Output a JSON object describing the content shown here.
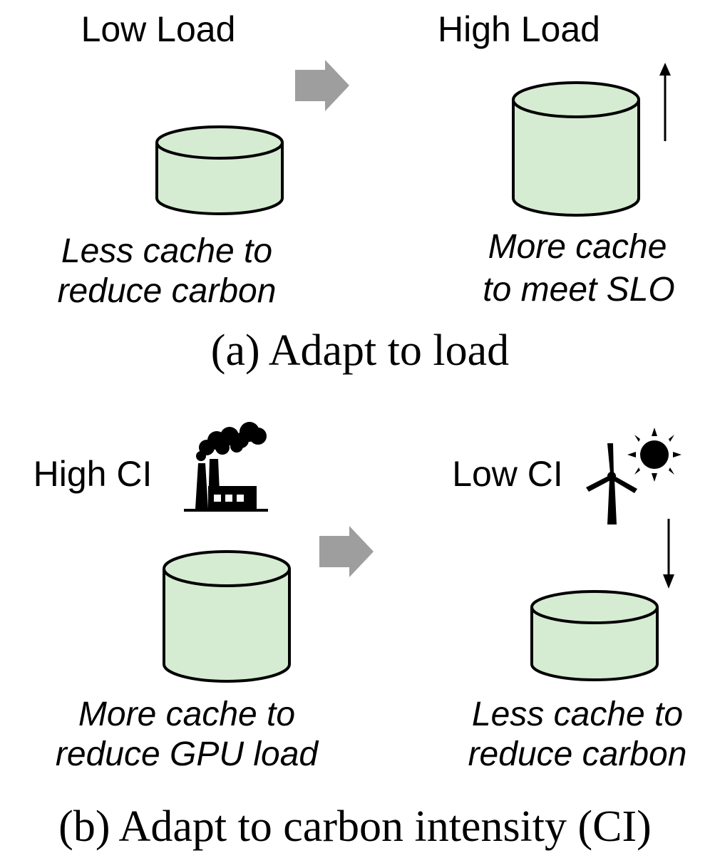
{
  "panel_a": {
    "left_title": "Low Load",
    "right_title": "High Load",
    "left_note": [
      "Less cache to",
      "reduce carbon"
    ],
    "right_note": [
      "More cache",
      "to meet SLO"
    ],
    "caption": "(a) Adapt to load"
  },
  "panel_b": {
    "left_title": "High CI",
    "right_title": "Low CI",
    "left_note": [
      "More cache to",
      "reduce GPU load"
    ],
    "right_note": [
      "Less cache to",
      "reduce carbon"
    ],
    "caption": "(b) Adapt to carbon intensity (CI)"
  },
  "icons": [
    "gpu-card-icon",
    "cache-cylinder-icon",
    "transition-arrow-icon",
    "factory-icon",
    "wind-turbine-icon",
    "sun-icon"
  ],
  "colors": {
    "cache_fill": "#d6ecd2",
    "arrow_gray": "#9e9e9e",
    "stroke": "#000000"
  }
}
